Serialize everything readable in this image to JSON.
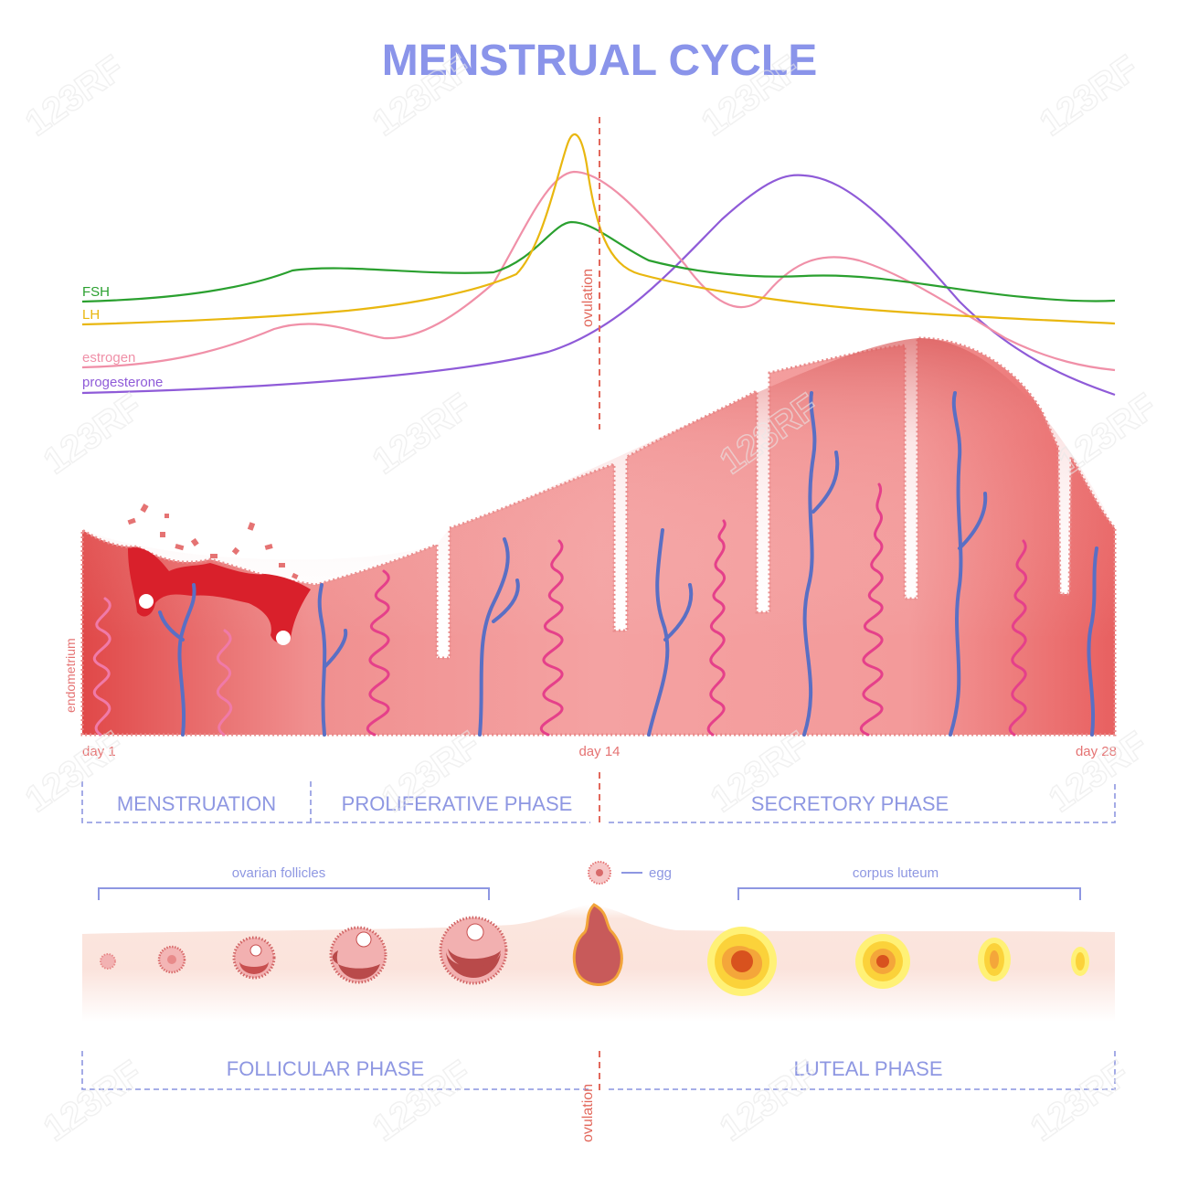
{
  "title": "MENSTRUAL CYCLE",
  "colors": {
    "title": "#8a94ea",
    "fsh": "#2aa02f",
    "lh": "#e9b70f",
    "estrogen": "#f090a8",
    "progesterone": "#8f5bd8",
    "ovulation": "#e2685c",
    "phase_text": "#8e97e2",
    "phase_border": "#9aa2e4",
    "endometrium": "#e57373",
    "vein": "#5a6fc4",
    "artery": "#e5408a",
    "follicle": "#b94a4a",
    "corpus_luteum": "#f7c21a"
  },
  "hormones": {
    "fsh_label": "FSH",
    "lh_label": "LH",
    "estrogen_label": "estrogen",
    "progesterone_label": "progesterone",
    "ovulation_label": "ovulation"
  },
  "endometrium_label": "endometrium",
  "days": {
    "start": "day 1",
    "mid": "day 14",
    "end": "day 28"
  },
  "uterine_phases": [
    "MENSTRUATION",
    "PROLIFERATIVE PHASE",
    "SECRETORY PHASE"
  ],
  "ovary": {
    "follicles_label": "ovarian follicles",
    "egg_label": "egg",
    "corpus_luteum_label": "corpus luteum"
  },
  "ovarian_phases": [
    "FOLLICULAR PHASE",
    "LUTEAL PHASE"
  ],
  "ovulation_bottom_label": "ovulation",
  "watermark": "123RF"
}
